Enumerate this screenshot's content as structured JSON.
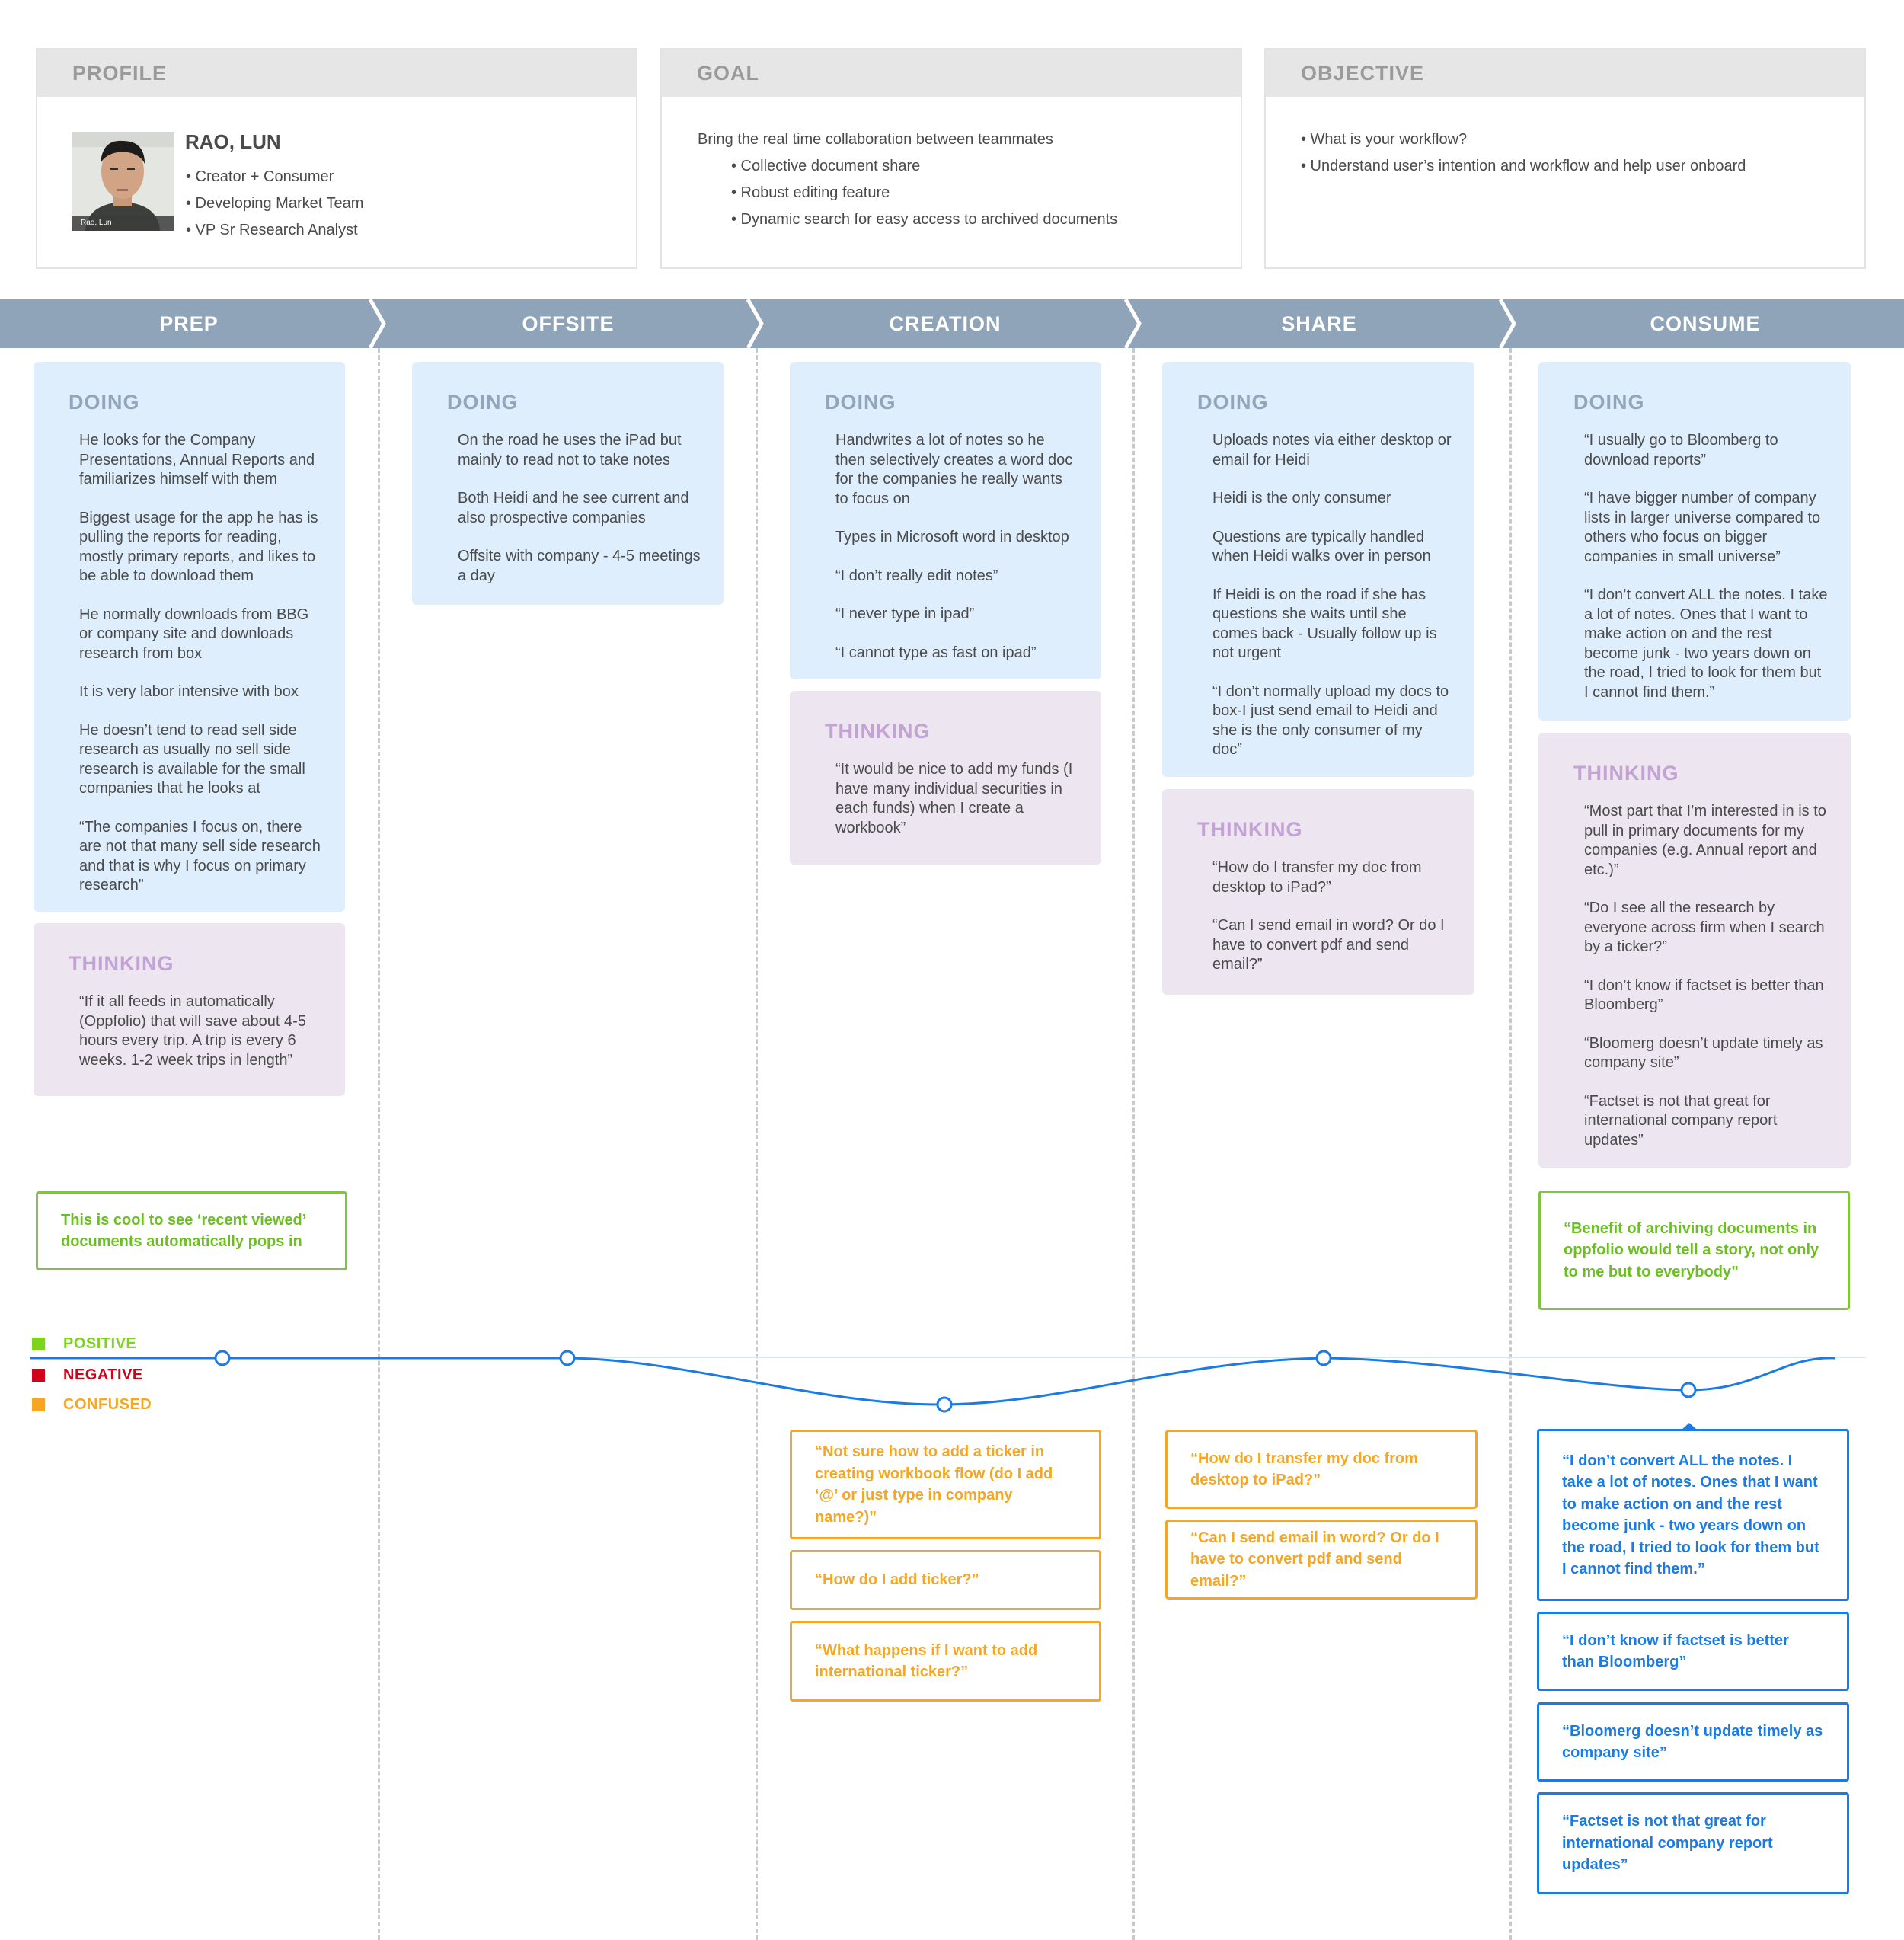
{
  "profile": {
    "title": "PROFILE",
    "name": "RAO, LUN",
    "photo_caption": "Rao, Lun",
    "details": [
      "• Creator + Consumer",
      "• Developing Market Team",
      "• VP Sr Research Analyst"
    ]
  },
  "goal": {
    "title": "GOAL",
    "intro": "Bring the real time collaboration between teammates",
    "points": [
      "• Collective document share",
      "• Robust editing feature",
      "• Dynamic search for easy access to archived documents"
    ]
  },
  "objective": {
    "title": "OBJECTIVE",
    "points": [
      "• What is your workflow?",
      "• Understand user’s intention and workflow and help user onboard"
    ]
  },
  "stages": [
    "PREP",
    "OFFSITE",
    "CREATION",
    "SHARE",
    "CONSUME"
  ],
  "columns": {
    "prep": {
      "doing_title": "DOING",
      "doing": [
        "He looks for the Company Presentations, Annual Reports and familiarizes himself with them",
        "Biggest usage for the app he has is pulling the reports for reading, mostly primary reports, and likes to be able to download them",
        "He normally downloads from BBG or company site and downloads research from box",
        "It is very labor intensive with box",
        "He doesn’t tend to read sell side research as usually no sell side research is available for the small companies that he looks at",
        "“The companies I focus on, there are not that many sell side research and that is why I focus on primary research”"
      ],
      "thinking_title": "THINKING",
      "thinking": [
        "“If it all feeds in automatically (Oppfolio) that will save about 4-5 hours every trip. A trip is every 6 weeks. 1-2 week trips in length”"
      ]
    },
    "offsite": {
      "doing_title": "DOING",
      "doing": [
        "On the road he uses the iPad but mainly to read not to take notes",
        "Both Heidi and he see current and also prospective companies",
        "Offsite with company - 4-5 meetings a day"
      ]
    },
    "creation": {
      "doing_title": "DOING",
      "doing": [
        "Handwrites a lot of notes so he then selectively creates a word doc for the companies he really wants to focus on",
        "Types in Microsoft word in desktop",
        "“I don’t really edit notes”",
        "“I never type in ipad”",
        "“I cannot type as fast on ipad”"
      ],
      "thinking_title": "THINKING",
      "thinking": [
        "“It would be nice to add my funds (I have many individual securities in each funds) when I create a workbook”"
      ]
    },
    "share": {
      "doing_title": "DOING",
      "doing": [
        "Uploads notes via either desktop or email for Heidi",
        "Heidi is the only consumer",
        "Questions are typically handled when Heidi walks over in person",
        "If Heidi is on the road if she has questions she waits until she comes back - Usually follow up is not urgent",
        "“I don’t normally upload my docs to box-I just send email to Heidi and she is the only consumer of my doc”"
      ],
      "thinking_title": "THINKING",
      "thinking": [
        "“How do I transfer my doc from desktop to iPad?”",
        "“Can I send email in word? Or do I have to convert pdf and send email?”"
      ]
    },
    "consume": {
      "doing_title": "DOING",
      "doing": [
        "“I usually go to Bloomberg to download reports”",
        "“I have bigger number of company lists in larger universe compared to others who focus on bigger companies in small universe”",
        "“I don’t convert ALL the notes. I take a lot of notes. Ones that I want to make action on and the rest become junk - two years down on the road, I tried to look for them but I cannot find them.”"
      ],
      "thinking_title": "THINKING",
      "thinking": [
        "“Most part that I’m interested in is to pull in primary documents for my companies (e.g. Annual report and etc.)”",
        "“Do I see all the research by everyone across firm when I search by a ticker?”",
        "“I don’t know if factset is better than Bloomberg”",
        "“Bloomerg doesn’t update timely as company site”",
        "“Factset is not that great for international company report updates”"
      ]
    }
  },
  "positive_quotes": {
    "prep": "This is cool to see ‘recent viewed’ documents automatically pops in",
    "consume": "“Benefit of archiving documents in oppfolio would tell a story, not only to me but to everybody”"
  },
  "legend": [
    {
      "label": "POSITIVE",
      "color": "#7ed321"
    },
    {
      "label": "NEGATIVE",
      "color": "#d0021b"
    },
    {
      "label": "CONFUSED",
      "color": "#f5a623"
    }
  ],
  "emotion_curve": {
    "color": "#1b7be5",
    "baseline_color": "#d6e8f8"
  },
  "confused_quotes": {
    "creation": [
      "“Not sure how to add a ticker in creating workbook flow (do I add ‘@’ or just type in company name?)”",
      "“How do I add ticker?”",
      "“What happens if I want to add international ticker?”"
    ],
    "share": [
      "“How do I transfer my doc from desktop to iPad?”",
      "“Can I send email in word? Or do I have to convert pdf and send email?”"
    ]
  },
  "consume_quotes": [
    "“I don’t convert ALL the notes. I take a lot of notes. Ones that I want to make action on and the rest become junk - two years down on the road, I tried to look for them but I cannot find them.”",
    "“I don’t know if factset is better than Bloomberg”",
    "“Bloomerg doesn’t update timely as company site”",
    "“Factset is not that great for international company report updates”"
  ]
}
